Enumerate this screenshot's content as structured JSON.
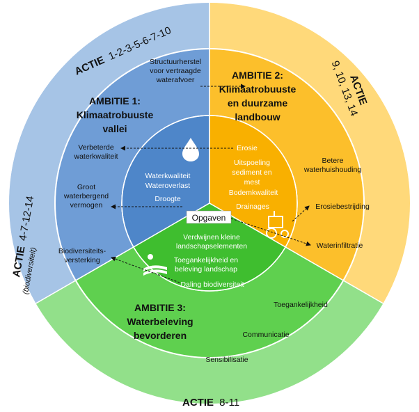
{
  "colors": {
    "blue_outer": "#a6c4e6",
    "blue_mid": "#6f9dd6",
    "blue_inner": "#4e86c9",
    "yellow_outer": "#ffd97a",
    "yellow_mid": "#fcbf2b",
    "yellow_inner": "#f9b000",
    "green_outer": "#92e08a",
    "green_mid": "#5fd04f",
    "green_inner": "#3fbe2f"
  },
  "actions": {
    "blue_prefix": "ACTIE",
    "blue_numbers": "1-2-3-5-6-7-10",
    "yellow_prefix": "ACTIE",
    "yellow_numbers_line1": "9, 10, 13, 14",
    "green_prefix": "ACTIE",
    "green_numbers": "8-11",
    "left_prefix": "ACTIE",
    "left_numbers": "4-7-12-14",
    "left_note": "(biodiversiteit)"
  },
  "ambitions": {
    "a1": {
      "line1": "AMBITIE 1:",
      "line2": "Klimaatrobuuste",
      "line3": "vallei"
    },
    "a2": {
      "line1": "AMBITIE 2:",
      "line2": "Klimaatrobuuste",
      "line3": "en duurzame",
      "line4": "landbouw"
    },
    "a3": {
      "line1": "AMBITIE 3:",
      "line2": "Waterbeleving",
      "line3": "bevorderen"
    }
  },
  "center": {
    "label": "Opgaven"
  },
  "blue_inner": {
    "t1": "Waterkwaliteit",
    "t2": "Wateroverlast",
    "t3": "Droogte"
  },
  "yellow_inner": {
    "t1": "Erosie",
    "t2a": "Uitspoeling",
    "t2b": "sediment en",
    "t2c": "mest",
    "t3": "Bodemkwaliteit",
    "t4": "Drainages"
  },
  "green_inner": {
    "t1a": "Verdwijnen kleine",
    "t1b": "landschapselementen",
    "t2a": "Toegankelijkheid en",
    "t2b": "beleving landschap",
    "t3": "Daling biodiversiteit"
  },
  "blue_mid": {
    "s1a": "Structuurherstel",
    "s1b": "voor vertraagde",
    "s1c": "waterafvoer",
    "s2a": "Verbeterde",
    "s2b": "waterkwaliteit",
    "s3a": "Groot",
    "s3b": "waterbergend",
    "s3c": "vermogen",
    "s4a": "Biodiversiteits-",
    "s4b": "versterking"
  },
  "yellow_mid": {
    "s1a": "Betere",
    "s1b": "waterhuishouding",
    "s2": "Erosiebestrijding",
    "s3": "Waterinfiltratie"
  },
  "green_mid": {
    "s1": "Toegankelijkheid",
    "s2": "Communicatie",
    "s3": "Sensibilisatie"
  },
  "icons": [
    "water-drop-icon",
    "tractor-icon",
    "landscape-icon"
  ]
}
